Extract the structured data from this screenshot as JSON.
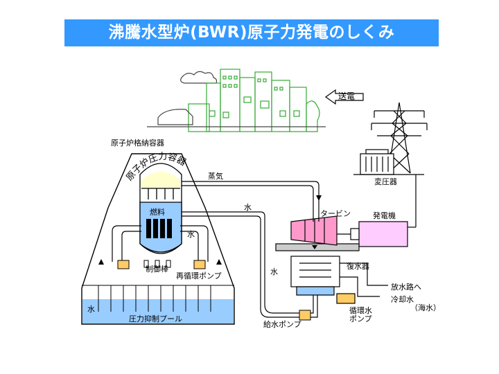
{
  "title": "沸騰水型炉(BWR)原子力発電のしくみ",
  "colors": {
    "banner": "#3399ff",
    "water": "#99ccff",
    "fuel": "#000000",
    "pump": "#ffcc66",
    "generator": "#ffccff",
    "turbine": "#ff99cc",
    "city": "#66cc66"
  },
  "labels": {
    "containment": "原子炉格納容器",
    "pressure_vessel": "原子炉圧力容器",
    "steam": "蒸気",
    "water_top": "水",
    "fuel": "燃料",
    "water_core": "水",
    "control_rod": "制御棒",
    "recirc_pump": "再循環ポンプ",
    "water_pool": "水",
    "suppression_pool": "圧力抑制プール",
    "feed_pump": "給水ポンプ",
    "water_left": "水",
    "turbine": "タービン",
    "generator": "発電機",
    "transformer": "変圧器",
    "transmission": "送電",
    "condenser": "復水器",
    "discharge": "放水路へ",
    "cooling_water": "冷却水",
    "seawater": "（海水）",
    "circ_pump_1": "循環水",
    "circ_pump_2": "ポンプ"
  }
}
